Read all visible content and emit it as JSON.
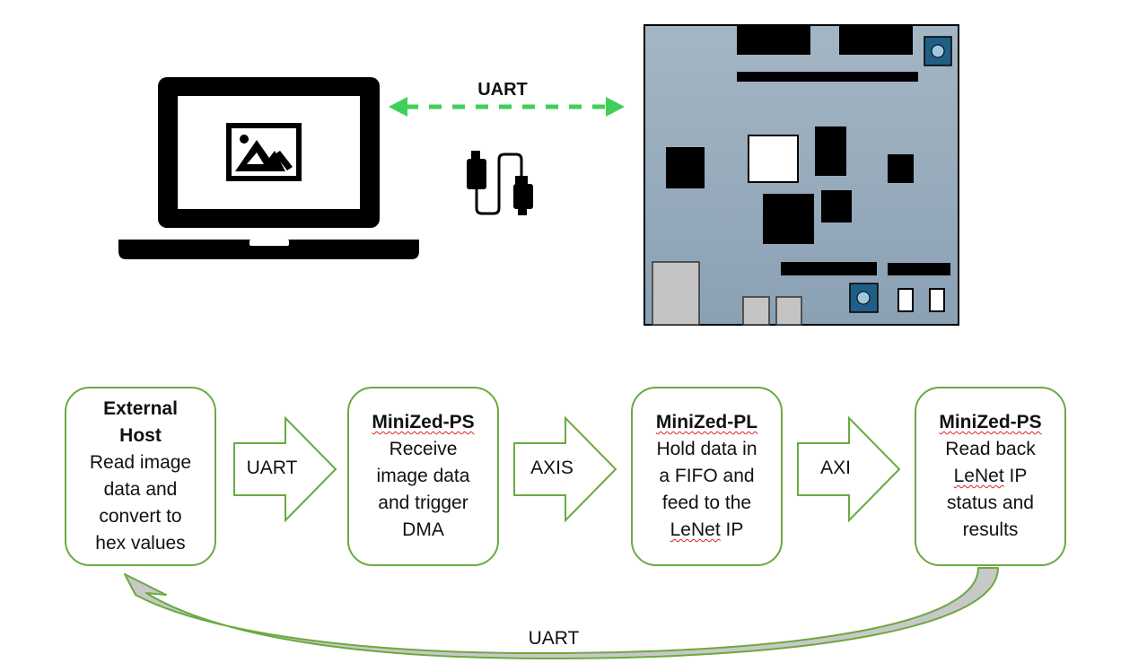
{
  "top_link_label": "UART",
  "nodes": [
    {
      "title": "External Host",
      "title_lines": [
        "External",
        "Host"
      ],
      "body": "Read image\ndata and\nconvert to\nhex values",
      "spell": []
    },
    {
      "title": "MiniZed-PS",
      "body_parts": [
        "Receive\nimage data\nand trigger\nDMA"
      ]
    },
    {
      "title": "MiniZed-PL",
      "body_parts": [
        "Hold data in\na FIFO and\nfeed to the\n",
        "LeNet",
        " IP"
      ]
    },
    {
      "title": "MiniZed-PS",
      "body_parts": [
        "Read back\n",
        "LeNet",
        " IP\nstatus and\nresults"
      ]
    }
  ],
  "arrows": [
    {
      "label": "UART"
    },
    {
      "label": "AXIS"
    },
    {
      "label": "AXI"
    }
  ],
  "return_link_label": "UART",
  "colors": {
    "box_border": "#6aaa3f",
    "link_green": "#3fcf5a",
    "board_top": "#a3b4c2",
    "board_bottom": "#8aa2b5",
    "return_fill": "#c8c8c8"
  },
  "icons": [
    "laptop-icon",
    "image-icon",
    "usb-cable-icon",
    "board-icon"
  ]
}
